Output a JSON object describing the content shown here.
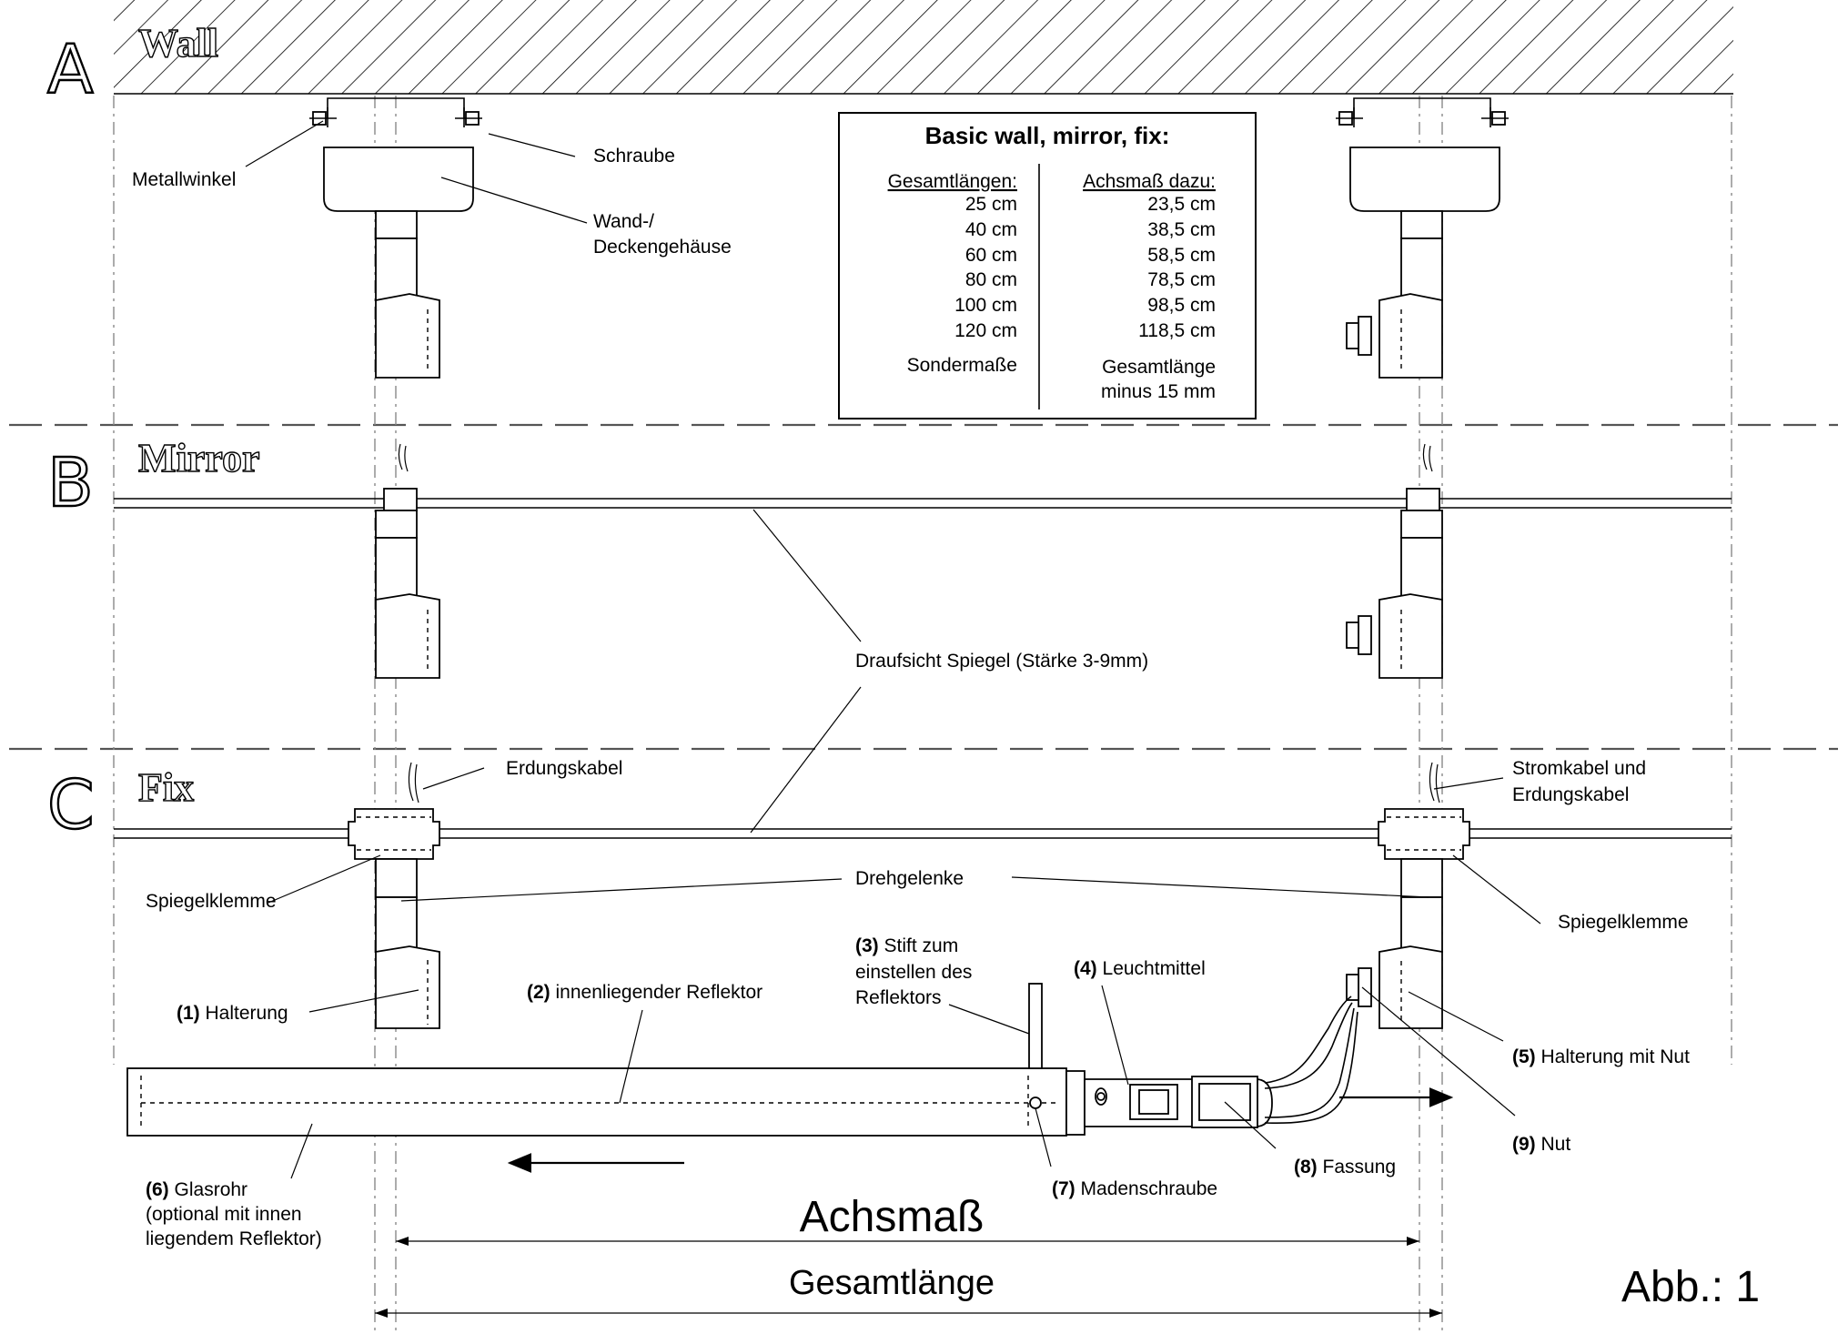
{
  "sections": [
    {
      "letter": "A",
      "name": "Wall"
    },
    {
      "letter": "B",
      "name": "Mirror"
    },
    {
      "letter": "C",
      "name": "Fix"
    }
  ],
  "table": {
    "title": "Basic wall, mirror, fix:",
    "col1_header": "Gesamtlängen:",
    "col2_header": "Achsmaß dazu:",
    "rows": [
      {
        "total": "25 cm",
        "axis": "23,5 cm"
      },
      {
        "total": "40 cm",
        "axis": "38,5 cm"
      },
      {
        "total": "60 cm",
        "axis": "58,5 cm"
      },
      {
        "total": "80 cm",
        "axis": "78,5 cm"
      },
      {
        "total": "100 cm",
        "axis": "98,5 cm"
      },
      {
        "total": "120 cm",
        "axis": "118,5 cm"
      }
    ],
    "special_left": "Sondermaße",
    "special_right_1": "Gesamtlänge",
    "special_right_2": "minus 15 mm"
  },
  "labels": {
    "metallwinkel": "Metallwinkel",
    "schraube": "Schraube",
    "wand_1": "Wand-/",
    "wand_2": "Deckengehäuse",
    "draufsicht": "Draufsicht Spiegel (Stärke 3-9mm)",
    "erdungskabel": "Erdungskabel",
    "stromkabel_1": "Stromkabel und",
    "stromkabel_2": "Erdungskabel",
    "spiegelklemme_left": "Spiegelklemme",
    "spiegelklemme_right": "Spiegelklemme",
    "drehgelenke": "Drehgelenke",
    "p1_num": "(1)",
    "p1_text": "Halterung",
    "p2_num": "(2)",
    "p2_text": "innenliegender Reflektor",
    "p3_num": "(3)",
    "p3_text_1": "Stift zum",
    "p3_text_2": "einstellen des",
    "p3_text_3": "Reflektors",
    "p4_num": "(4)",
    "p4_text": "Leuchtmittel",
    "p5_num": "(5)",
    "p5_text": "Halterung mit Nut",
    "p6_num": "(6)",
    "p6_text_1": "Glasrohr",
    "p6_text_2": "(optional mit innen",
    "p6_text_3": "liegendem Reflektor)",
    "p7_num": "(7)",
    "p7_text": "Madenschraube",
    "p8_num": "(8)",
    "p8_text": "Fassung",
    "p9_num": "(9)",
    "p9_text": "Nut",
    "achsmass": "Achsmaß",
    "gesamtlaenge": "Gesamtlänge",
    "figure": "Abb.: 1"
  }
}
